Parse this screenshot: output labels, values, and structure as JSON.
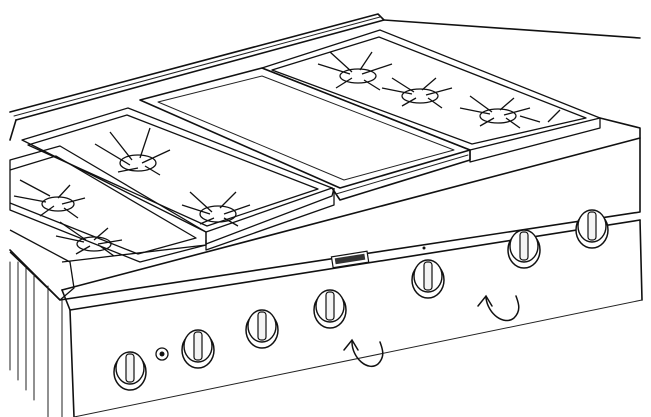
{
  "illustration": {
    "subject": "range-cooktop-line-drawing",
    "badge_text": "",
    "knob_count": 8,
    "burner_grate_count": 3,
    "rotation_arrow_count": 2,
    "colors": {
      "line": "#111111",
      "background": "#ffffff",
      "badge": "#333333"
    }
  }
}
